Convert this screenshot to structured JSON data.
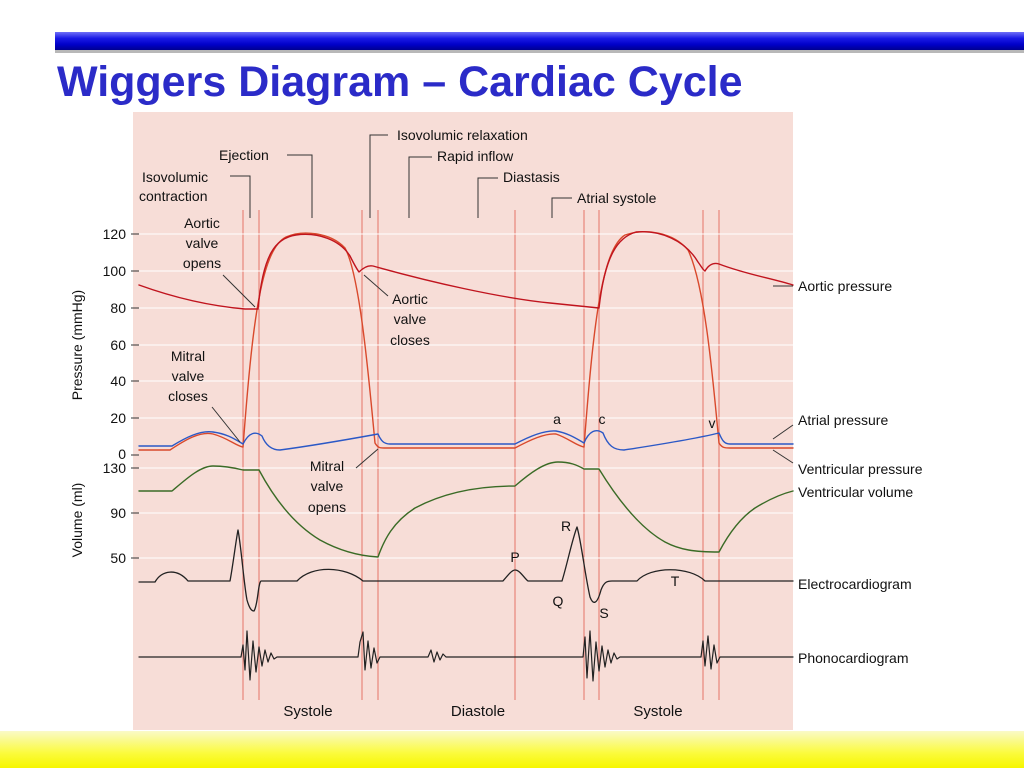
{
  "slide": {
    "title": "Wiggers Diagram – Cardiac Cycle"
  },
  "colors": {
    "title": "#2b2bc8",
    "panel_background": "#f7ddd7",
    "aortic_pressure": "#c0141e",
    "ventricular_pressure": "#d9492c",
    "atrial_pressure": "#2b58c6",
    "ventricular_volume": "#3a6b26",
    "traces": "#222222",
    "event_lines": "#e8857a"
  },
  "phase_labels": {
    "isovolumic_relaxation": "Isovolumic relaxation",
    "ejection": "Ejection",
    "rapid_inflow": "Rapid inflow",
    "isovolumic_contraction_1": "Isovolumic",
    "isovolumic_contraction_2": "contraction",
    "diastasis": "Diastasis",
    "atrial_systole": "Atrial systole"
  },
  "axes": {
    "pressure_label": "Pressure (mmHg)",
    "pressure_ticks": [
      "120",
      "100",
      "80",
      "60",
      "40",
      "20",
      "0"
    ],
    "volume_label": "Volume (ml)",
    "volume_ticks": [
      "130",
      "90",
      "50"
    ]
  },
  "annotations": {
    "aortic_valve_opens": [
      "Aortic",
      "valve",
      "opens"
    ],
    "aortic_valve_closes": [
      "Aortic",
      "valve",
      "closes"
    ],
    "mitral_valve_closes": [
      "Mitral",
      "valve",
      "closes"
    ],
    "mitral_valve_opens": [
      "Mitral",
      "valve",
      "opens"
    ],
    "wave_a": "a",
    "wave_c": "c",
    "wave_v": "v",
    "ecg_p": "P",
    "ecg_q": "Q",
    "ecg_r": "R",
    "ecg_s": "S",
    "ecg_t": "T"
  },
  "trace_labels": {
    "aortic_pressure": "Aortic pressure",
    "atrial_pressure": "Atrial pressure",
    "ventricular_pressure": "Ventricular pressure",
    "ventricular_volume": "Ventricular volume",
    "electrocardiogram": "Electrocardiogram",
    "phonocardiogram": "Phonocardiogram"
  },
  "bottom_labels": {
    "systole_1": "Systole",
    "diastole": "Diastole",
    "systole_2": "Systole"
  }
}
